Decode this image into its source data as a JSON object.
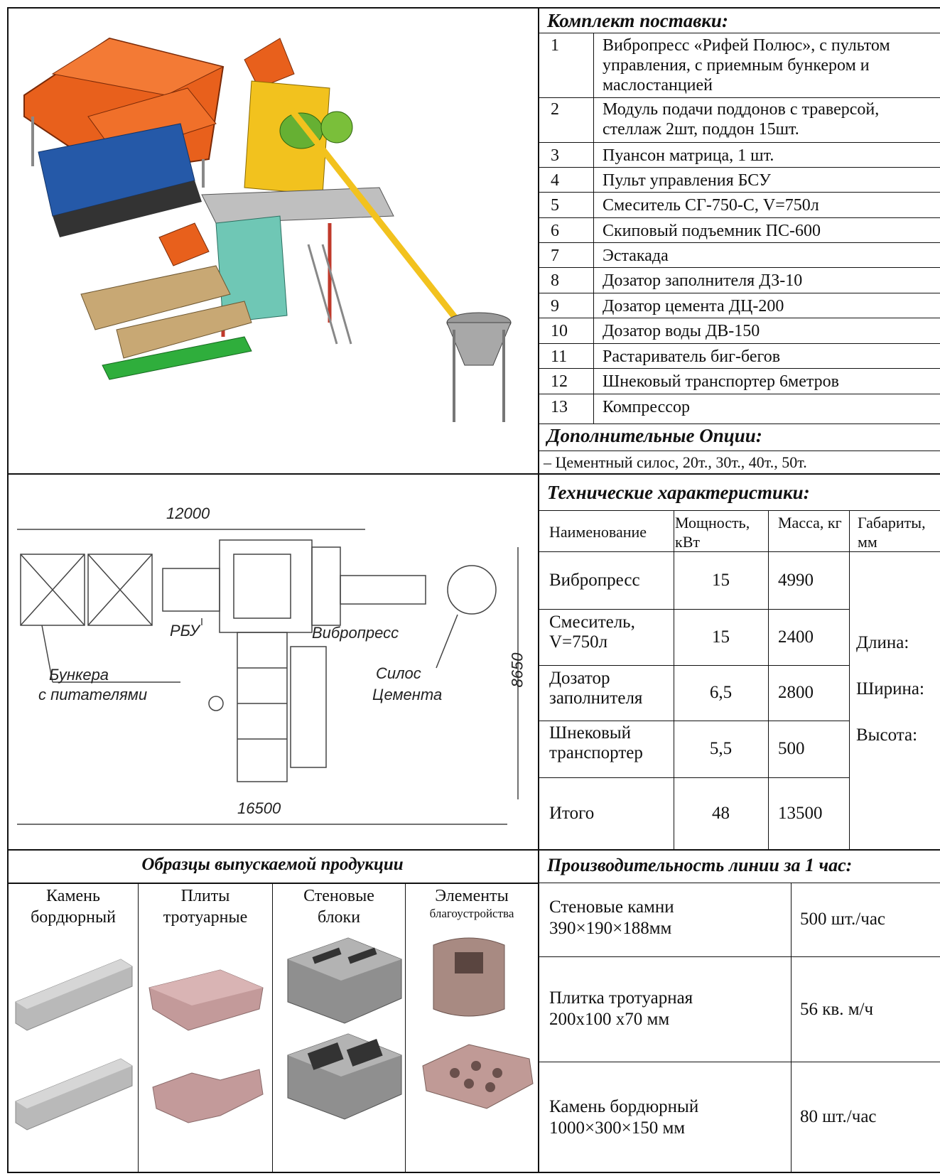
{
  "supply": {
    "title": "Комплект поставки:",
    "items": [
      {
        "num": "1",
        "text": "Вибропресс «Рифей Полюс», с пультом управления, с приемным бункером и маслостанцией"
      },
      {
        "num": "2",
        "text": "Модуль подачи поддонов с траверсой, стеллаж 2шт, поддон 15шт."
      },
      {
        "num": "3",
        "text": "Пуансон матрица, 1 шт."
      },
      {
        "num": "4",
        "text": "Пульт управления БСУ"
      },
      {
        "num": "5",
        "text": "Смеситель СГ-750-С, V=750л"
      },
      {
        "num": "6",
        "text": "Скиповый подъемник ПС-600"
      },
      {
        "num": "7",
        "text": "Эстакада"
      },
      {
        "num": "8",
        "text": "Дозатор заполнителя ДЗ-10"
      },
      {
        "num": "9",
        "text": "Дозатор цемента ДЦ-200"
      },
      {
        "num": "10",
        "text": "Дозатор воды ДВ-150"
      },
      {
        "num": "11",
        "text": "Растариватель биг-бегов"
      },
      {
        "num": "12",
        "text": "Шнековый транспортер 6метров"
      },
      {
        "num": "13",
        "text": "Компрессор"
      }
    ]
  },
  "options": {
    "title": "Дополнительные Опции:",
    "text": "– Цементный силос, 20т., 30т., 40т., 50т."
  },
  "tech": {
    "title": "Технические характеристики:",
    "headers": [
      "Наименование",
      "Мощность, кВт",
      "Масса, кг",
      "Габариты, мм"
    ],
    "rows": [
      {
        "name": "Вибропресс",
        "power": "15",
        "mass": "4990"
      },
      {
        "name": "Смеситель, V=750л",
        "power": "15",
        "mass": "2400"
      },
      {
        "name": "Дозатор заполнителя",
        "power": "6,5",
        "mass": "2800"
      },
      {
        "name": "Шнековый транспортер",
        "power": "5,5",
        "mass": "500"
      },
      {
        "name": "Итого",
        "power": "48",
        "mass": "13500"
      }
    ],
    "dims": [
      "Длина:",
      "Ширина:",
      "Высота:"
    ]
  },
  "plan": {
    "dim_top": "12000",
    "dim_bottom": "16500",
    "dim_right": "8650",
    "labels": {
      "rbu": "РБУ",
      "vibropress": "Вибропресс",
      "bunkers_1": "Бункера",
      "bunkers_2": "с питателями",
      "silo_1": "Силос",
      "silo_2": "Цемента"
    }
  },
  "samples": {
    "title": "Образцы выпускаемой продукции",
    "columns": [
      {
        "l1": "Камень",
        "l2": "бордюрный"
      },
      {
        "l1": "Плиты",
        "l2": "тротуарные"
      },
      {
        "l1": "Стеновые",
        "l2": "блоки"
      },
      {
        "l1": "Элементы",
        "l2": "благоустройства"
      }
    ]
  },
  "productivity": {
    "title": "Производительность линии за 1 час:",
    "rows": [
      {
        "name1": "Стеновые камни",
        "name2": "390×190×188мм",
        "value": "500 шт./час"
      },
      {
        "name1": "Плитка тротуарная",
        "name2": "200х100 х70 мм",
        "value": "56 кв. м/ч"
      },
      {
        "name1": "Камень бордюрный",
        "name2": "1000×300×150 мм",
        "value": "80 шт./час"
      }
    ]
  }
}
